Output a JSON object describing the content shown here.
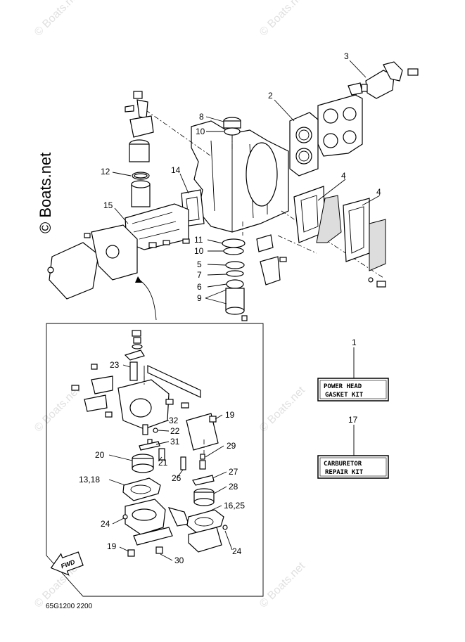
{
  "watermark": "© Boats.net",
  "diagram_code": "65G1200 2200",
  "fwd_label": "FWD",
  "kits": [
    {
      "number": "1",
      "line1": "POWER HEAD",
      "line2": "GASKET KIT"
    },
    {
      "number": "17",
      "line1": "CARBURETOR",
      "line2": "REPAIR KIT"
    }
  ],
  "callouts": {
    "c2": "2",
    "c3": "3",
    "c4a": "4",
    "c4b": "4",
    "c5": "5",
    "c6": "6",
    "c7": "7",
    "c8": "8",
    "c9": "9",
    "c10a": "10",
    "c10b": "10",
    "c11": "11",
    "c12": "12",
    "c14": "14",
    "c15": "15",
    "c1318": "13,18",
    "c1625": "16,25",
    "c19a": "19",
    "c19b": "19",
    "c20": "20",
    "c21": "21",
    "c22": "22",
    "c23": "23",
    "c24a": "24",
    "c24b": "24",
    "c26": "26",
    "c27": "27",
    "c28": "28",
    "c29": "29",
    "c30": "30",
    "c31": "31",
    "c32": "32"
  }
}
